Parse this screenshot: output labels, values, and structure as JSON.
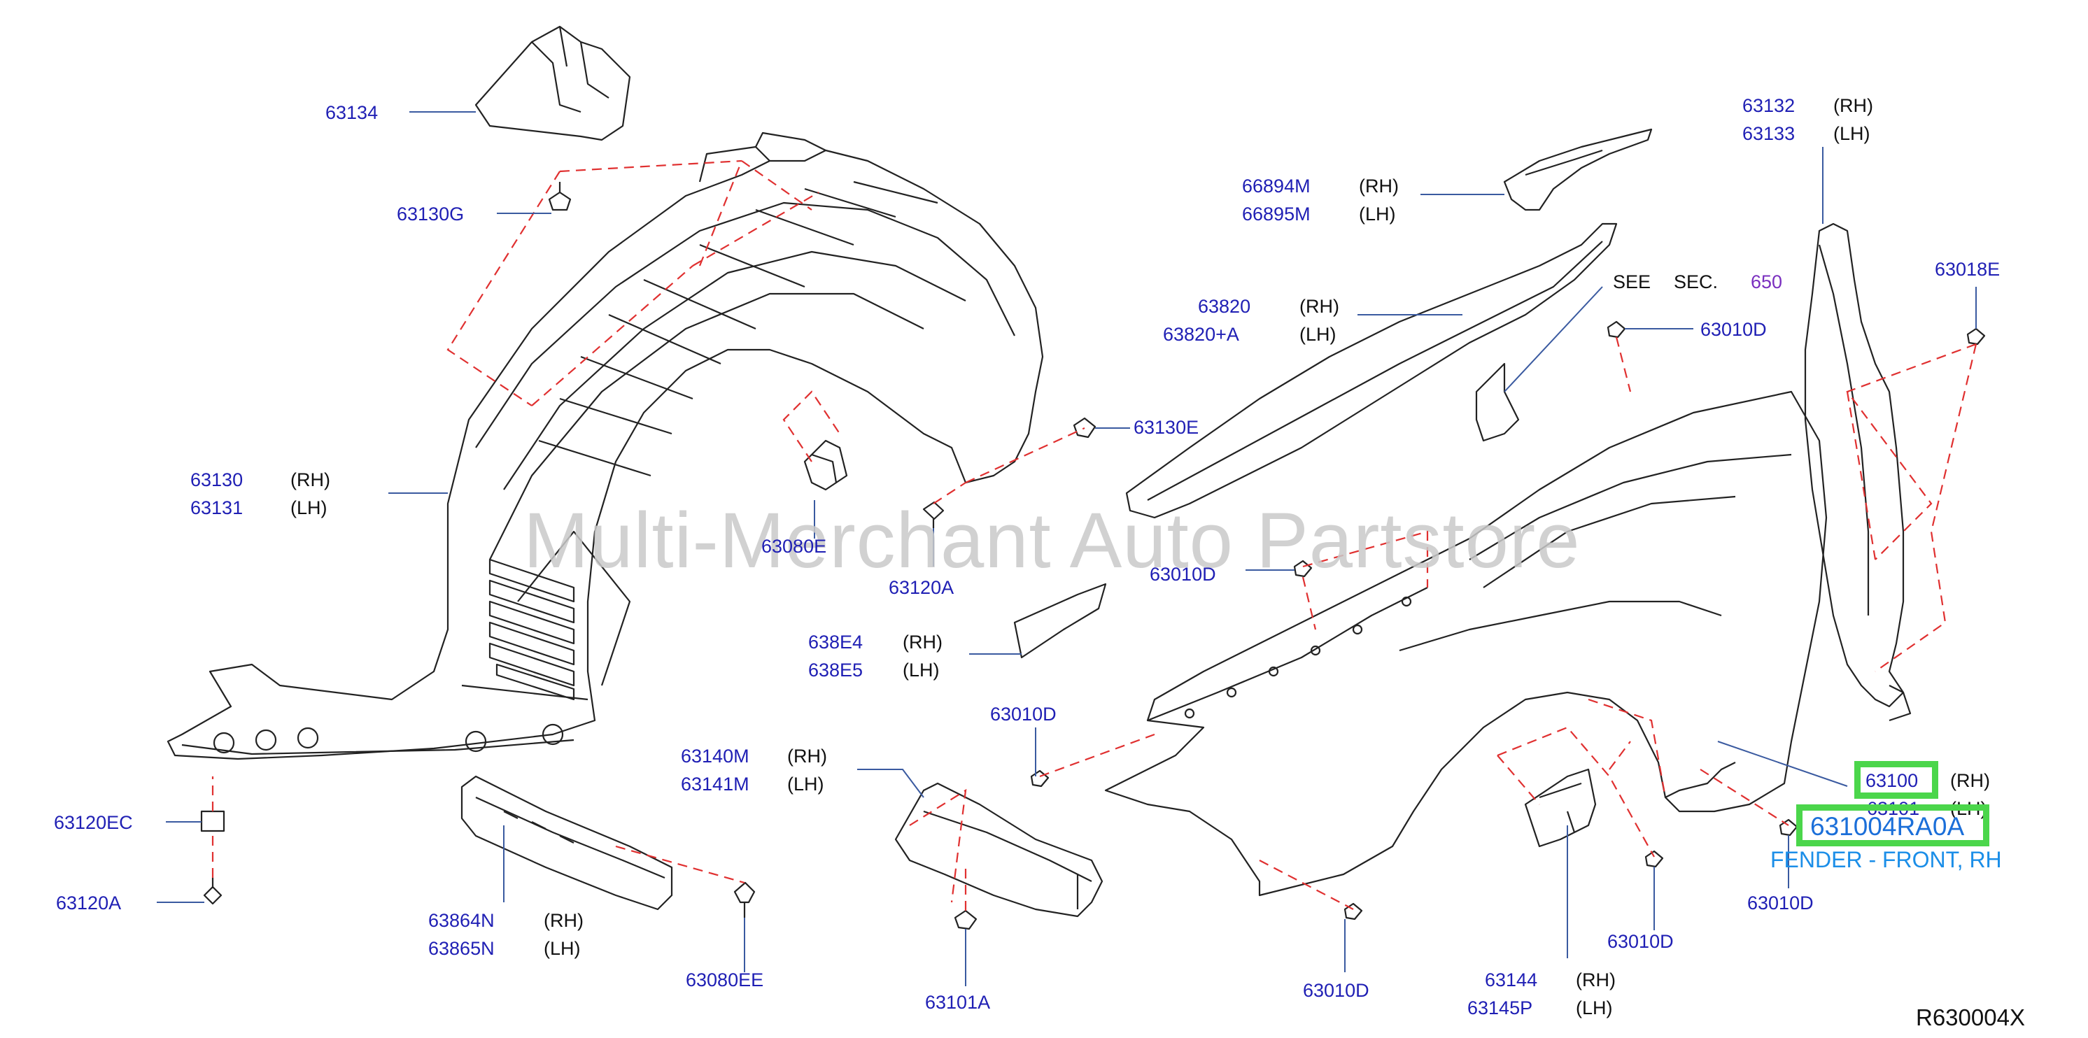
{
  "watermark": "Multi-Merchant Auto Partstore",
  "see_ref": {
    "see": "SEE",
    "sec": "SEC.",
    "num": "650"
  },
  "diagram_code": "R630004X",
  "highlight": {
    "part_no": "631004RA0A",
    "description": "FENDER - FRONT, RH",
    "ref": "63100"
  },
  "labels": {
    "p63134": "63134",
    "p63130G": "63130G",
    "p63130": "63130",
    "p63131": "63131",
    "p63120EC": "63120EC",
    "p63120A_l": "63120A",
    "p63080E": "63080E",
    "p63120A_m": "63120A",
    "p63130E": "63130E",
    "p638E4": "638E4",
    "p638E5": "638E5",
    "p63140M": "63140M",
    "p63141M": "63141M",
    "p63864N": "63864N",
    "p63865N": "63865N",
    "p63080EE": "63080EE",
    "p63101A": "63101A",
    "p63010D_a": "63010D",
    "p63010D_b": "63010D",
    "p63010D_c": "63010D",
    "p63010D_d": "63010D",
    "p63010D_e": "63010D",
    "p63010D_f": "63010D",
    "p66894M": "66894M",
    "p66895M": "66895M",
    "p63820": "63820",
    "p63820A": "63820+A",
    "p63132": "63132",
    "p63133": "63133",
    "p63018E": "63018E",
    "p63101": "63101",
    "p63144": "63144",
    "p63145P": "63145P",
    "rh": "(RH)",
    "lh": "(LH)"
  },
  "colors": {
    "part_number": "#1f1fb4",
    "highlight_border": "#4bd64b",
    "dashed_line": "#e03030",
    "section": "#7a2fbf"
  }
}
